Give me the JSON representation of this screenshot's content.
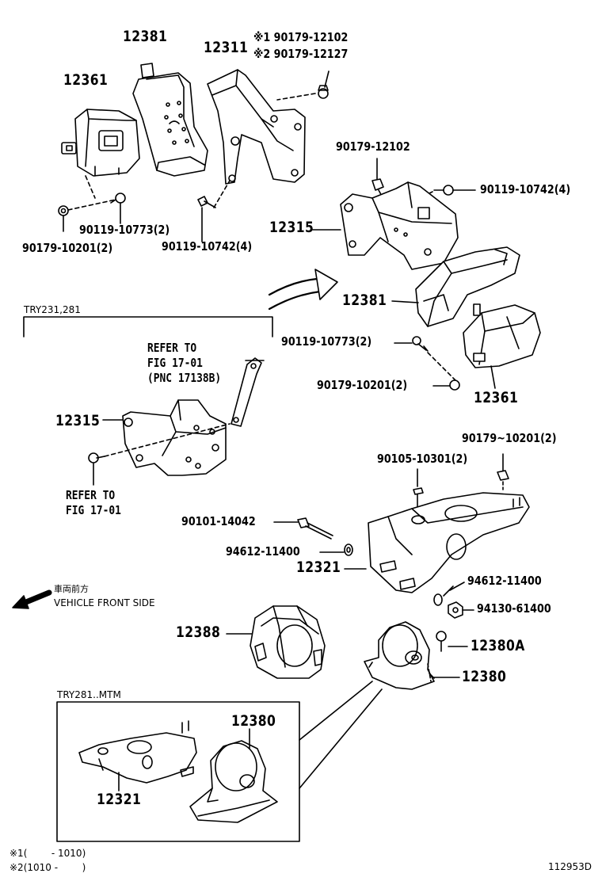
{
  "parts": {
    "p12381_top": "12381",
    "p12311": "12311",
    "p12361_top": "12361",
    "note_1": "※1 90179-12102",
    "note_2": "※2 90179-12127",
    "bolt_90119_10773_top": "90119-10773(2)",
    "nut_90179_10201_top": "90179-10201(2)",
    "bolt_90119_10742_top": "90119-10742(4)",
    "nut_90179_12102": "90179-12102",
    "bolt_90119_10742_right": "90119-10742(4)",
    "p12315_right": "12315",
    "p12381_right": "12381",
    "bolt_90119_10773_right": "90119-10773(2)",
    "nut_90179_10201_right": "90179-10201(2)",
    "p12361_right": "12361",
    "p12315_left": "12315",
    "nut_90179_10201_lower": "90179~10201(2)",
    "bolt_90105_10301": "90105-10301(2)",
    "bolt_90101_14042": "90101-14042",
    "washer_94612_11400_a": "94612-11400",
    "p12321": "12321",
    "washer_94612_11400_b": "94612-11400",
    "nut_94130_61400": "94130-61400",
    "p12388": "12388",
    "bolt_12380A": "12380A",
    "p12380": "12380",
    "p12380_inset": "12380",
    "p12321_inset": "12321"
  },
  "refs": {
    "refer_to_1": "REFER TO",
    "fig_1": "FIG 17-01",
    "pnc": "(PNC 17138B)",
    "refer_to_2": "REFER TO",
    "fig_2": "FIG 17-01"
  },
  "groups": {
    "try231": "TRY231,281",
    "try281": "TRY281..MTM"
  },
  "direction": {
    "ja": "車両前方",
    "en": "VEHICLE FRONT SIDE"
  },
  "footnotes": {
    "fn1": "※1(        - 1010)",
    "fn2": "※2(1010 -        )"
  },
  "diagram_id": "112953D"
}
